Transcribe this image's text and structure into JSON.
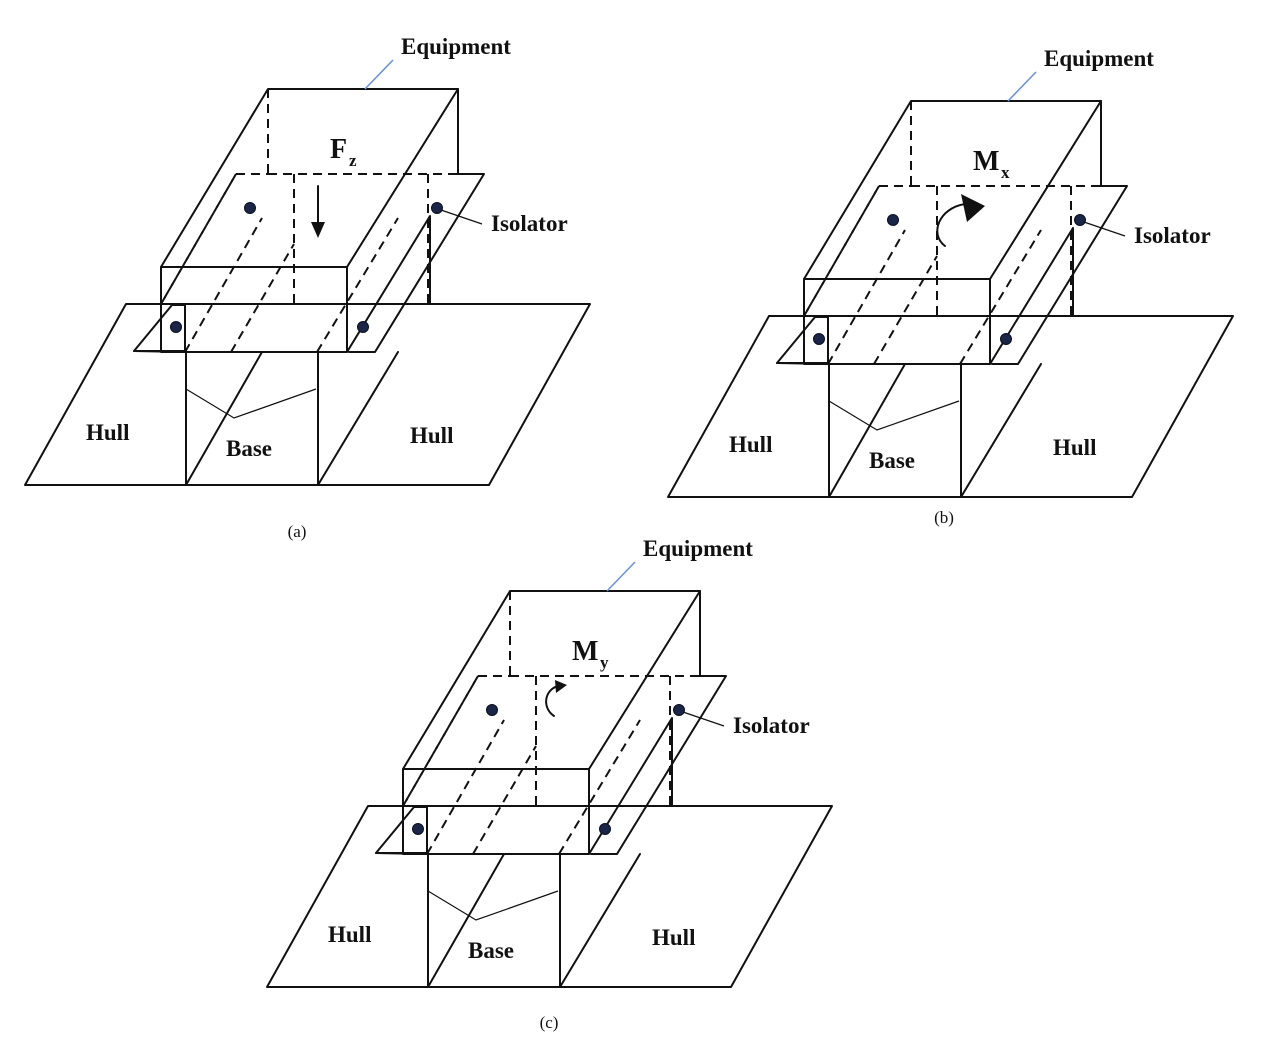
{
  "diagram": {
    "panels": [
      {
        "id": "a",
        "equipment_label": "Equipment",
        "isolator_label": "Isolator",
        "load_symbol": "F",
        "load_subscript": "z",
        "load_type": "down-arrow",
        "hull_left_label": "Hull",
        "hull_right_label": "Hull",
        "base_label": "Base",
        "caption": "(a)"
      },
      {
        "id": "b",
        "equipment_label": "Equipment",
        "isolator_label": "Isolator",
        "load_symbol": "M",
        "load_subscript": "x",
        "load_type": "curved-arrow-cw",
        "hull_left_label": "Hull",
        "hull_right_label": "Hull",
        "base_label": "Base",
        "caption": "(b)"
      },
      {
        "id": "c",
        "equipment_label": "Equipment",
        "isolator_label": "Isolator",
        "load_symbol": "M",
        "load_subscript": "y",
        "load_type": "curved-arrow-small",
        "hull_left_label": "Hull",
        "hull_right_label": "Hull",
        "base_label": "Base",
        "caption": "(c)"
      }
    ],
    "colors": {
      "line": "#111111",
      "leader": "#6f93d9",
      "isolator_dot": "#1b2546"
    }
  }
}
